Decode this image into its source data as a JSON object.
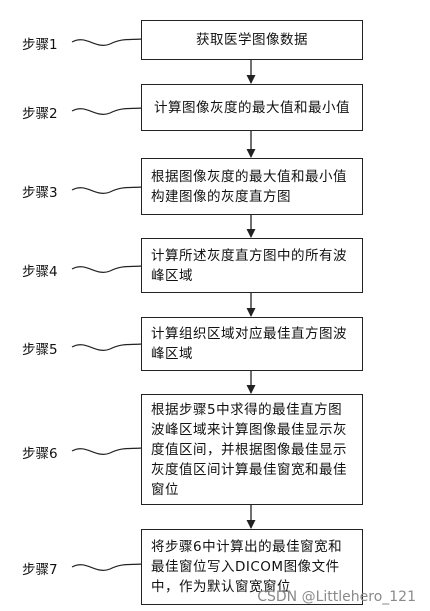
{
  "steps": [
    {
      "label": "步骤1",
      "text": "获取医学图像数据"
    },
    {
      "label": "步骤2",
      "text": "计算图像灰度的最大值和最小值"
    },
    {
      "label": "步骤3",
      "text": "根据图像灰度的最大值和最小值构建图像的灰度直方图"
    },
    {
      "label": "步骤4",
      "text": "计算所述灰度直方图中的所有波峰区域"
    },
    {
      "label": "步骤5",
      "text": "计算组织区域对应最佳直方图波峰区域"
    },
    {
      "label": "步骤6",
      "text": "根据步骤5中求得的最佳直方图波峰区域来计算图像最佳显示灰度值区间，并根据图像最佳显示灰度值区间计算最佳窗宽和最佳窗位"
    },
    {
      "label": "步骤7",
      "text": "将步骤6中计算出的最佳窗宽和最佳窗位写入DICOM图像文件中，作为默认窗宽窗位"
    }
  ],
  "watermark": "CSDN @Littlehero_121"
}
